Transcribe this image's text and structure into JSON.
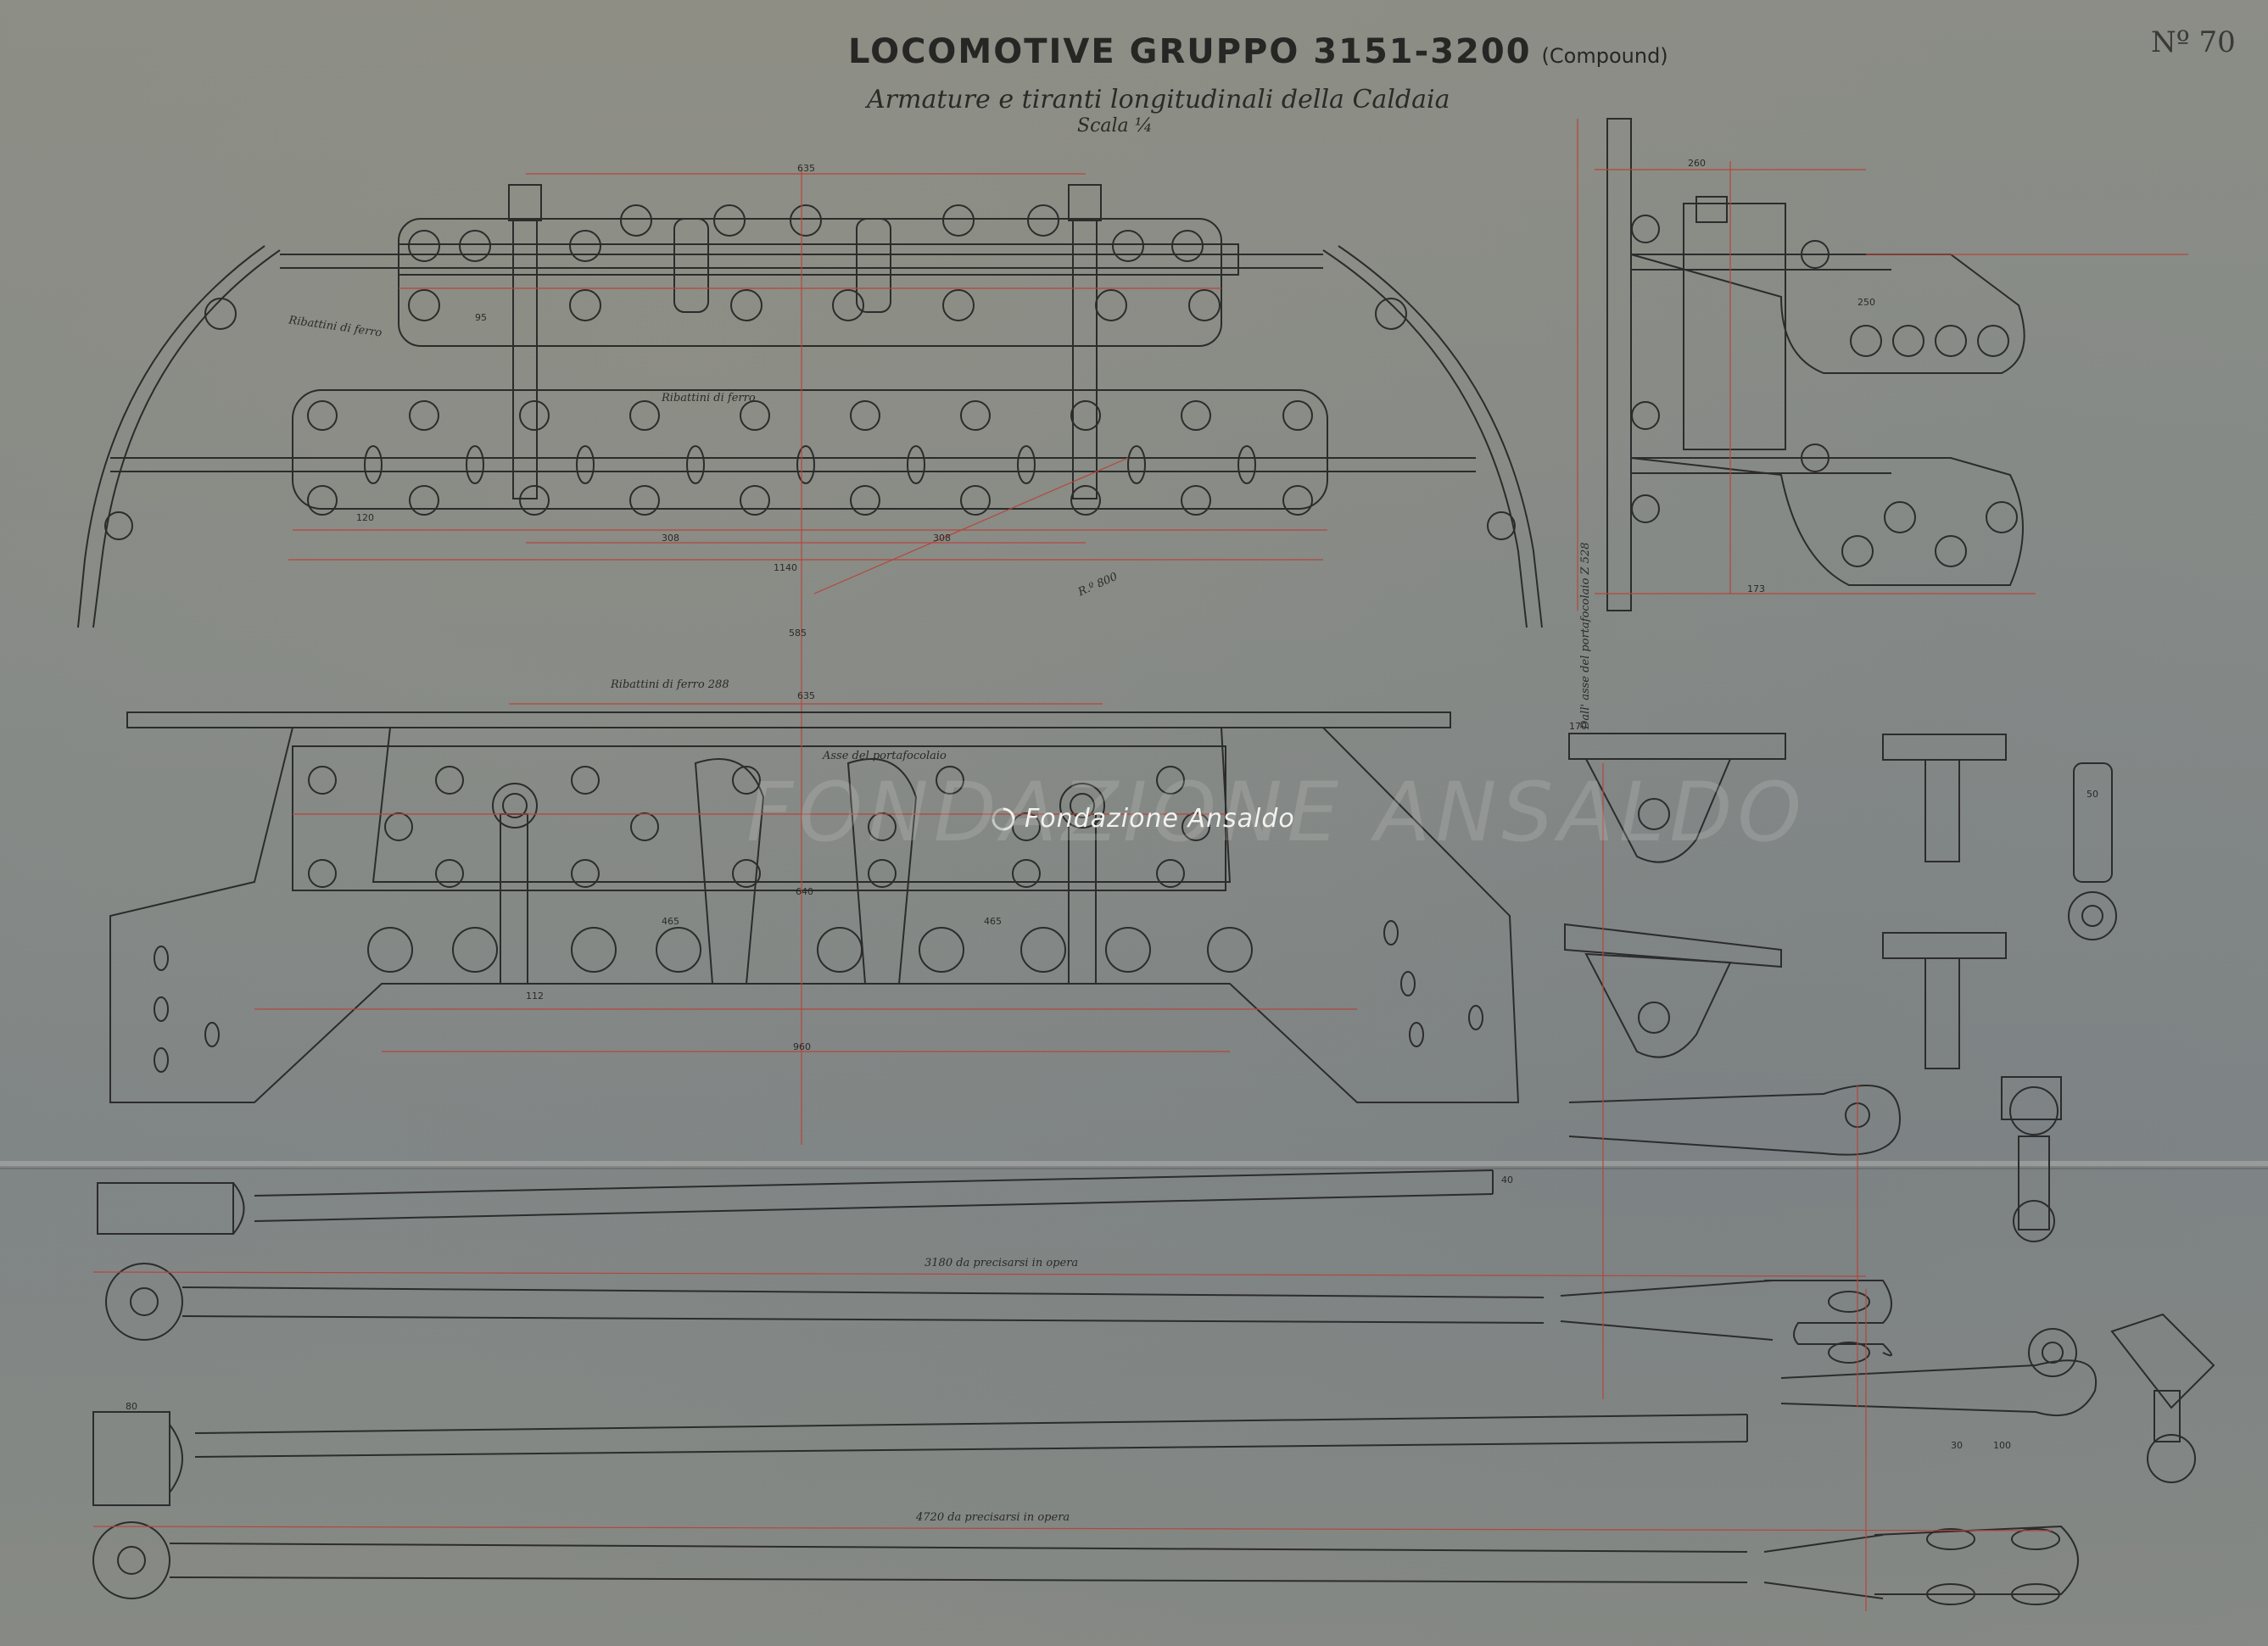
{
  "sheet": {
    "title": "LOCOMOTIVE GRUPPO 3151-3200",
    "title_suffix": "(Compound)",
    "subtitle": "Armature e tiranti longitudinali della Caldaia",
    "scale_label": "Scala ¼",
    "sheet_number": "Nº 70"
  },
  "watermark": {
    "text": "Fondazione Ansaldo",
    "ghost_text": "FONDAZIONE ANSALDO"
  },
  "notes": {
    "ribbon_1": "Ribattini di ferro",
    "ribbon_2": "Ribattini di ferro",
    "ribbon_3": "Ribattini di ferro 288",
    "axis_note": "Asse del portafocolaio",
    "rod_length_1": "3180 da precisarsi in opera",
    "rod_length_2": "4720 da precisarsi in opera",
    "radius": "R.º 800",
    "side_note": "Dall' asse del portafocolaio Z 528"
  },
  "dimensions": {
    "d635_top": "635",
    "d635_mid": "635",
    "d1140": "1140",
    "d308a": "308",
    "d308b": "308",
    "d120": "120",
    "d95": "95",
    "d585": "585",
    "d960": "960",
    "d465a": "465",
    "d465b": "465",
    "d170": "170",
    "d250": "250",
    "d260": "260",
    "d80": "80",
    "d100": "100",
    "d40": "40",
    "d30": "30",
    "d50": "50",
    "d173": "173",
    "d112": "112",
    "d640": "640"
  },
  "colors": {
    "ink": "#2b2c2b",
    "red_ink": "#b4463c",
    "paper": "#858a88",
    "watermark": "#f2f2ee"
  }
}
